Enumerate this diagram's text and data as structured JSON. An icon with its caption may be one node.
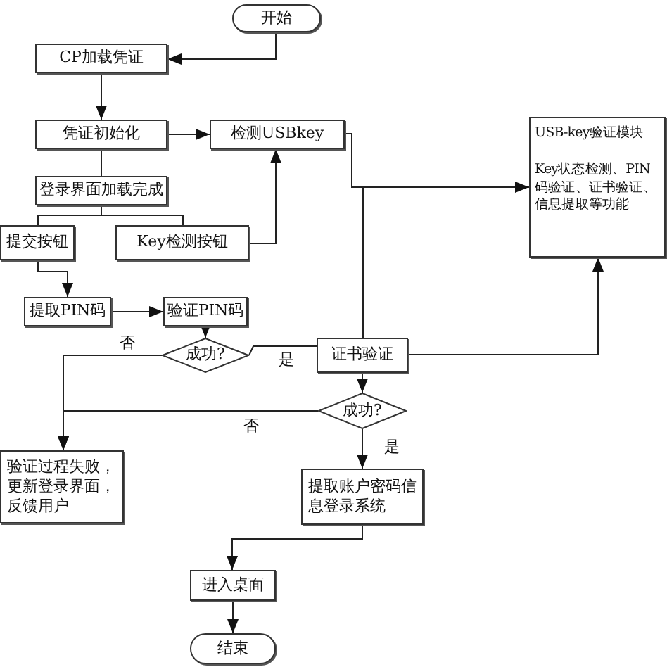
{
  "diagram": {
    "nodes": [
      {
        "text": [
          "开始"
        ]
      },
      {
        "text": [
          "CP加载凭证"
        ]
      },
      {
        "text": [
          "凭证初始化"
        ]
      },
      {
        "text": [
          "检测USBkey"
        ]
      },
      {
        "text": [
          "登录界面加载完成"
        ]
      },
      {
        "text": [
          "提交按钮"
        ]
      },
      {
        "text": [
          "Key检测按钮"
        ]
      },
      {
        "text": [
          "USB-key验证模块",
          "Key状态检测、PIN码验证、证书验证、信息提取等功能"
        ]
      },
      {
        "text": [
          "提取PIN码"
        ]
      },
      {
        "text": [
          "验证PIN码"
        ]
      },
      {
        "text": [
          "成功?"
        ]
      },
      {
        "text": [
          "证书验证"
        ]
      },
      {
        "text": [
          "成功?"
        ]
      },
      {
        "text": [
          "验证过程失败，更新登录界面，反馈用户"
        ]
      },
      {
        "text": [
          "提取账户密码信息登录系统"
        ]
      },
      {
        "text": [
          "进入桌面"
        ]
      },
      {
        "text": [
          "结束"
        ]
      }
    ],
    "edges": [
      {
        "from": 0,
        "to": 1,
        "arrow": "to"
      },
      {
        "from": 1,
        "to": 2,
        "arrow": "to"
      },
      {
        "from": 2,
        "to": 3,
        "arrow": "to"
      },
      {
        "from": 2,
        "to": 4,
        "arrow": "none"
      },
      {
        "from": 4,
        "to": 5,
        "arrow": "none"
      },
      {
        "from": 4,
        "to": 6,
        "arrow": "none"
      },
      {
        "from": 6,
        "to": 3,
        "arrow": "to"
      },
      {
        "from": 3,
        "to": 7,
        "arrow": "to"
      },
      {
        "from": 3,
        "to": 11,
        "arrow": "none"
      },
      {
        "from": 5,
        "to": 8,
        "arrow": "to"
      },
      {
        "from": 8,
        "to": 9,
        "arrow": "to"
      },
      {
        "from": 9,
        "to": 10,
        "arrow": "to"
      },
      {
        "from": 10,
        "to": 11,
        "arrow": "none",
        "label": "是"
      },
      {
        "from": 10,
        "to": 13,
        "arrow": "to",
        "label": "否"
      },
      {
        "from": 11,
        "to": 7,
        "arrow": "to"
      },
      {
        "from": 11,
        "to": 12,
        "arrow": "to"
      },
      {
        "from": 12,
        "to": 13,
        "arrow": "to",
        "label": "否"
      },
      {
        "from": 12,
        "to": 14,
        "arrow": "to",
        "label": "是"
      },
      {
        "from": 14,
        "to": 15,
        "arrow": "to"
      },
      {
        "from": 15,
        "to": 16,
        "arrow": "to"
      }
    ]
  }
}
